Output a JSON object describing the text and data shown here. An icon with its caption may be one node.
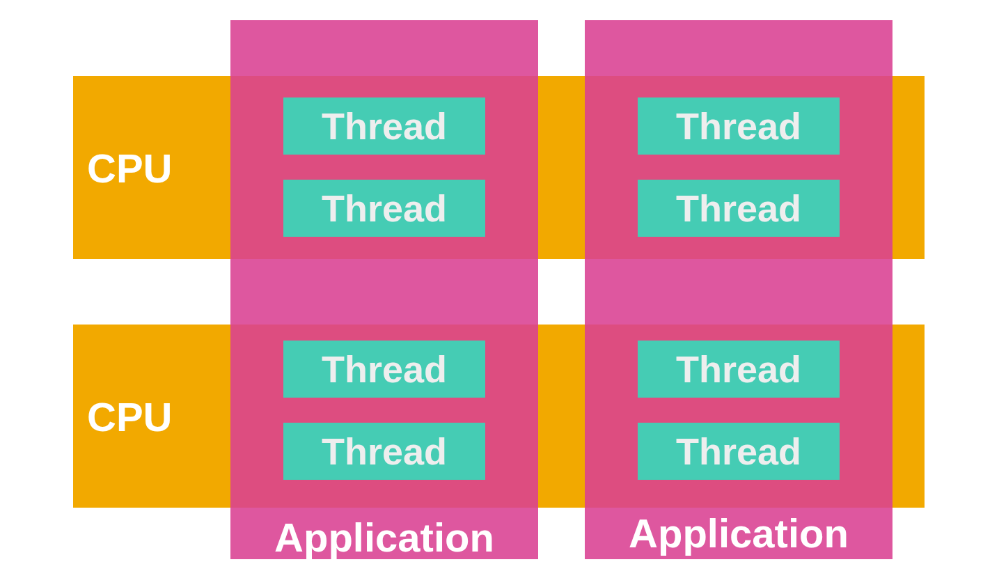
{
  "diagram": {
    "nodes": [
      {
        "text": [
          "CPU"
        ]
      },
      {
        "text": [
          "CPU"
        ]
      },
      {
        "text": [
          "Application"
        ]
      },
      {
        "text": [
          "Application"
        ]
      },
      {
        "text": [
          "Thread"
        ]
      },
      {
        "text": [
          "Thread"
        ]
      },
      {
        "text": [
          "Thread"
        ]
      },
      {
        "text": [
          "Thread"
        ]
      },
      {
        "text": [
          "Thread"
        ]
      },
      {
        "text": [
          "Thread"
        ]
      },
      {
        "text": [
          "Thread"
        ]
      },
      {
        "text": [
          "Thread"
        ]
      }
    ]
  }
}
